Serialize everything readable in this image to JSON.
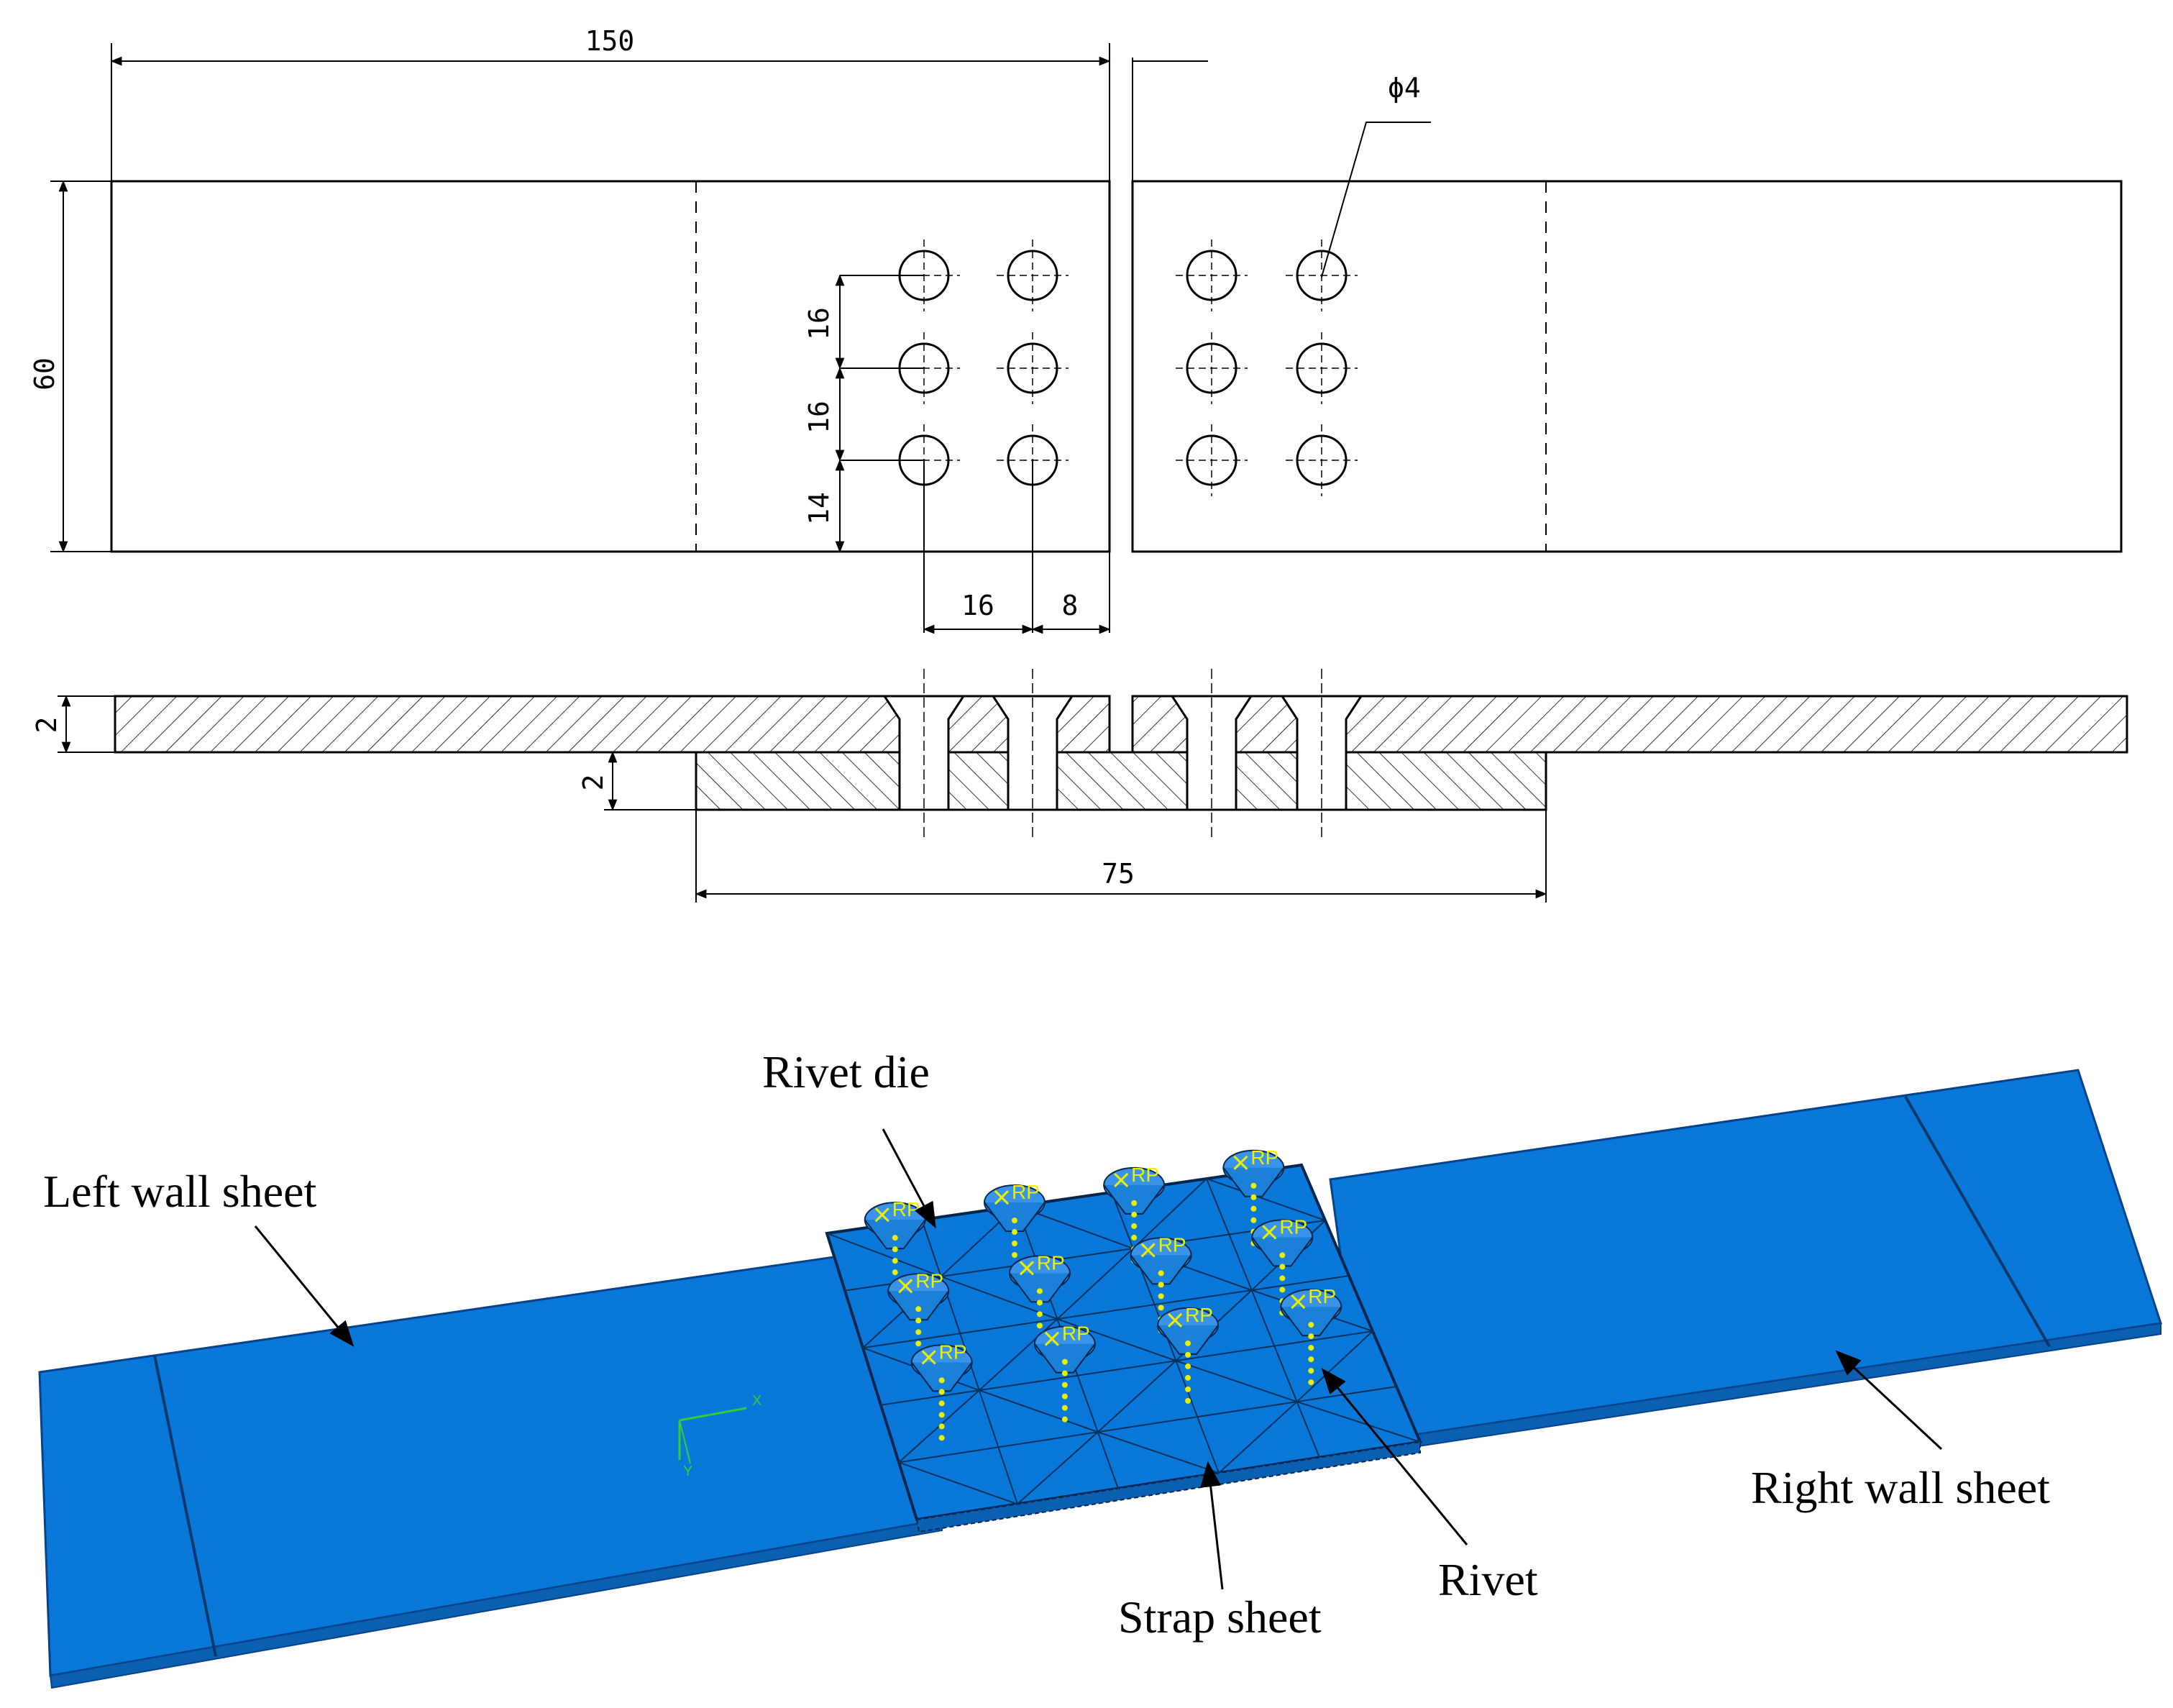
{
  "drawing": {
    "dims": {
      "overall_length": "150",
      "height": "60",
      "hole_diameter": "ϕ4",
      "vertical_pitch_1": "16",
      "vertical_pitch_2": "16",
      "edge_distance_vertical": "14",
      "horizontal_pitch": "16",
      "edge_distance_horizontal": "8",
      "wall_thickness": "2",
      "strap_thickness": "2",
      "strap_length": "75"
    }
  },
  "model": {
    "labels": {
      "left_wall": "Left wall sheet",
      "right_wall": "Right wall sheet",
      "strap": "Strap sheet",
      "rivet": "Rivet",
      "rivet_die": "Rivet die"
    },
    "rp_label": "RP",
    "axis_x": "X",
    "axis_y": "Y",
    "colors": {
      "sheet": "#0a78d8",
      "rp": "#e8f000"
    }
  }
}
